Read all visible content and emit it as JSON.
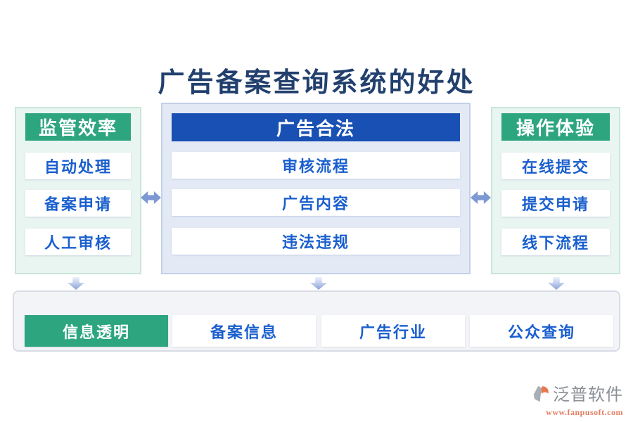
{
  "title": "广告备案查询系统的好处",
  "panels": {
    "left": {
      "header": "监管效率",
      "items": [
        "自动处理",
        "备案申请",
        "人工审核"
      ]
    },
    "middle": {
      "header": "广告合法",
      "items": [
        "审核流程",
        "广告内容",
        "违法违规"
      ]
    },
    "right": {
      "header": "操作体验",
      "items": [
        "在线提交",
        "提交申请",
        "线下流程"
      ]
    }
  },
  "bottom_bar": {
    "items": [
      "信息透明",
      "备案信息",
      "广告行业",
      "公众查询"
    ],
    "highlighted_item": "信息透明"
  },
  "watermark": {
    "brand": "泛普软件",
    "url": "www.fanpusoft.com"
  },
  "icons": {
    "horizontal_double_arrow": "left-right-arrow",
    "down_arrow": "down-block-arrow",
    "logo": "fanpu-logo"
  },
  "colors": {
    "green_accent": "#2da57f",
    "blue_header": "#1950b4",
    "item_text_blue": "#1a5fce",
    "title_navy": "#22406e",
    "arrow_blue": "#7e98d3",
    "panel_mint_bg": "#e9f5f0",
    "panel_blue_bg": "#e3eaf6",
    "bar_bg": "#f3f4f7",
    "watermark_url_orange": "#e27f63"
  }
}
